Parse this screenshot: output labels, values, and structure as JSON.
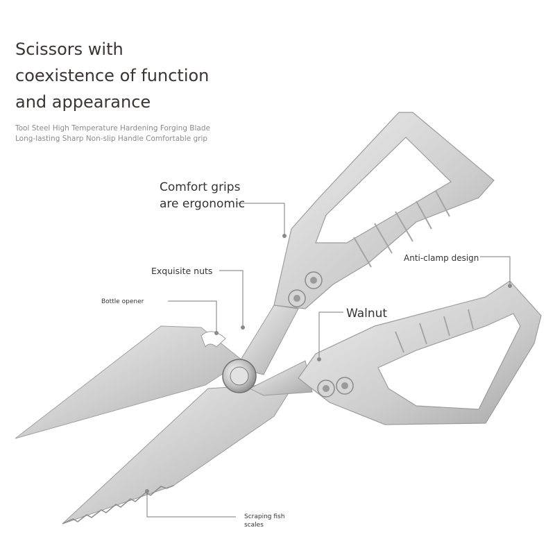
{
  "heading": {
    "line1": "Scissors with",
    "line2": "coexistence of function",
    "line3": "and appearance"
  },
  "subheading": {
    "line1": "Tool Steel High Temperature Hardening Forging Blade",
    "line2": "Long-lasting Sharp Non-slip Handle Comfortable grip"
  },
  "callouts": {
    "comfort_line1": "Comfort grips",
    "comfort_line2": "are ergonomic",
    "nuts": "Exquisite nuts",
    "anticlamp": "Anti-clamp design",
    "bottle": "Bottle opener",
    "walnut": "Walnut",
    "scraping_line1": "Scraping fish",
    "scraping_line2": "scales"
  },
  "colors": {
    "metal_light": "#e4e4e4",
    "metal_mid": "#c4c4c4",
    "metal_dark": "#8c8c8c",
    "line": "#7a7a7a"
  }
}
